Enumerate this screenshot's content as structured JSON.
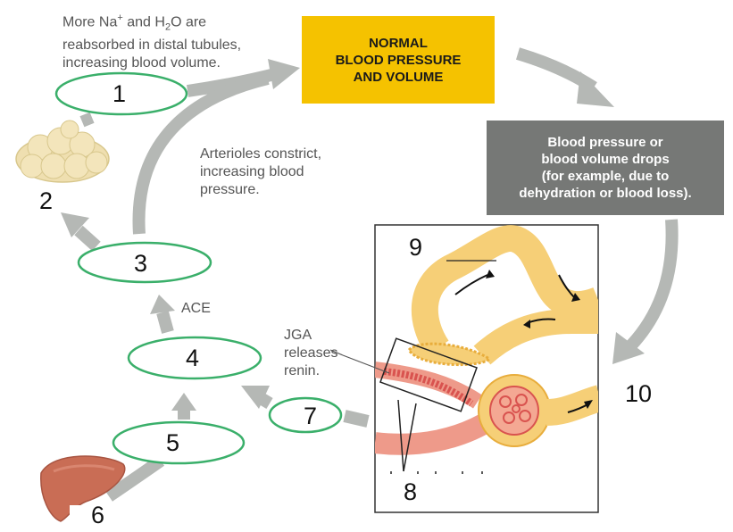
{
  "colors": {
    "arrow_gray": "#b5b8b5",
    "oval_green": "#3aaf6a",
    "yellow_box": "#f5c200",
    "gray_box": "#767876",
    "tubule_yellow": "#f6cf77",
    "tubule_outline": "#e8ad3c",
    "vessel_red": "#ee9a8a",
    "vessel_dark": "#d9534f",
    "liver": "#c96d55",
    "adipose": "#efdfb0"
  },
  "annotations": {
    "distal_line1": "More Na",
    "distal_plus": "+",
    "distal_and": " and H",
    "distal_sub": "2",
    "distal_o": "O are",
    "distal_line2": "reabsorbed in distal tubules,",
    "distal_line3": "increasing blood volume.",
    "arterioles_line1": "Arterioles constrict,",
    "arterioles_line2": "increasing blood",
    "arterioles_line3": "pressure.",
    "ace": "ACE",
    "jga_line1": "JGA",
    "jga_line2": "releases",
    "jga_line3": "renin."
  },
  "boxes": {
    "normal_line1": "NORMAL",
    "normal_line2": "BLOOD PRESSURE",
    "normal_line3": "AND VOLUME",
    "drop_line1": "Blood pressure or",
    "drop_line2": "blood volume drops",
    "drop_line3": "(for example, due to",
    "drop_line4": "dehydration or blood loss)."
  },
  "numbers": {
    "n1": "1",
    "n2": "2",
    "n3": "3",
    "n4": "4",
    "n5": "5",
    "n6": "6",
    "n7": "7",
    "n8": "8",
    "n9": "9",
    "n10": "10"
  }
}
